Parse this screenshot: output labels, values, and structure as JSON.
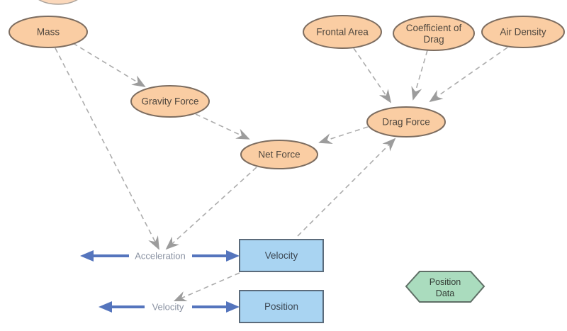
{
  "diagram": {
    "type": "system-dynamics-stock-and-flow-model",
    "colors": {
      "ellipse_fill": "#FACDA3",
      "ellipse_border": "#7D6D60",
      "node_text": "#50483F",
      "stock_fill": "#A9D4F2",
      "stock_border": "#5B6B7B",
      "stock_text": "#3D4854",
      "flow_blue": "#5575BD",
      "flow_label": "#8A92A2",
      "hex_fill": "#AADCBE",
      "hex_border": "#5F6F66",
      "hex_text": "#333B35",
      "connector": "#ACACAC",
      "connector_arrow": "#9C9C9C",
      "canvas_bg": "#FFFFFF",
      "clipped_fill": "#FBD8BB",
      "clipped_border": "#ACA49C"
    },
    "variables": [
      {
        "id": "mass",
        "label": "Mass"
      },
      {
        "id": "frontal-area",
        "label": "Frontal Area"
      },
      {
        "id": "coefficient-of-drag",
        "label_line1": "Coefficient of",
        "label_line2": "Drag"
      },
      {
        "id": "air-density",
        "label": "Air Density"
      },
      {
        "id": "gravity-force",
        "label": "Gravity Force"
      },
      {
        "id": "drag-force",
        "label": "Drag Force"
      },
      {
        "id": "net-force",
        "label": "Net Force"
      }
    ],
    "stocks": [
      {
        "id": "velocity-stock",
        "label": "Velocity"
      },
      {
        "id": "position-stock",
        "label": "Position"
      }
    ],
    "flows": [
      {
        "id": "acceleration-flow",
        "label": "Acceleration"
      },
      {
        "id": "velocity-flow",
        "label": "Velocity"
      }
    ],
    "data_nodes": [
      {
        "id": "position-data",
        "label_line1": "Position",
        "label_line2": "Data"
      }
    ],
    "connections": [
      {
        "from": "Mass",
        "to": "Gravity Force"
      },
      {
        "from": "Mass",
        "to": "Acceleration"
      },
      {
        "from": "Gravity Force",
        "to": "Net Force"
      },
      {
        "from": "Net Force",
        "to": "Acceleration"
      },
      {
        "from": "Frontal Area",
        "to": "Drag Force"
      },
      {
        "from": "Coefficient of Drag",
        "to": "Drag Force"
      },
      {
        "from": "Air Density",
        "to": "Drag Force"
      },
      {
        "from": "Drag Force",
        "to": "Net Force"
      },
      {
        "from": "Velocity",
        "to": "Drag Force"
      },
      {
        "from": "Velocity",
        "to": "Velocity flow"
      }
    ]
  }
}
